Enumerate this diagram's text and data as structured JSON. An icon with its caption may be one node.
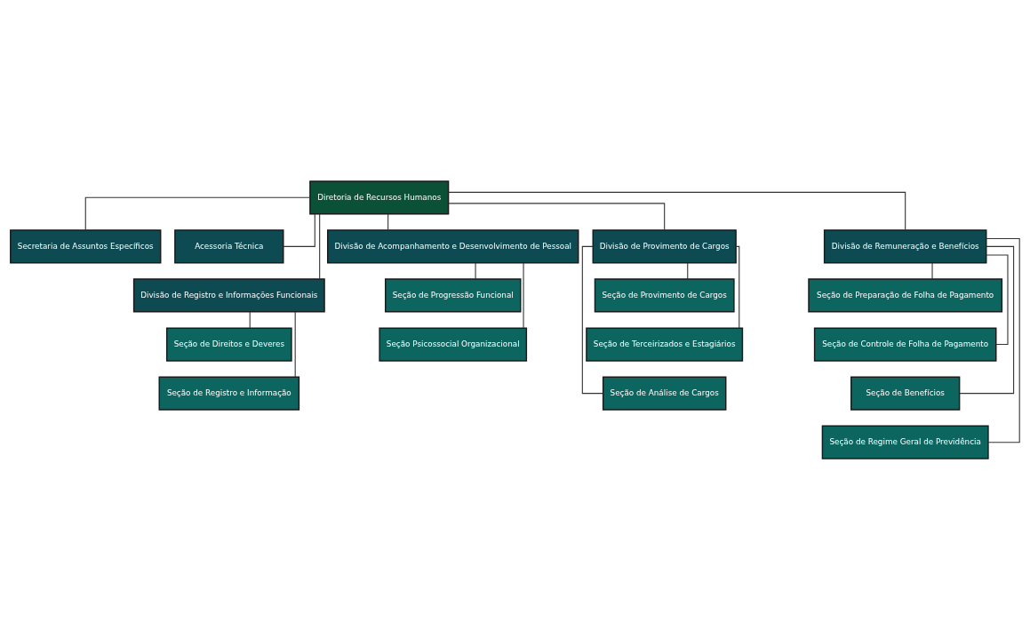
{
  "diagram": {
    "nodes": [
      {
        "text": [
          "Diretoria de Recursos Humanos"
        ]
      },
      {
        "text": [
          "Secretaria de Assuntos Específicos"
        ]
      },
      {
        "text": [
          "Acessoria Técnica"
        ]
      },
      {
        "text": [
          "Divisão de Registro e Informações Funcionais"
        ]
      },
      {
        "text": [
          "Divisão de Acompanhamento e Desenvolvimento de Pessoal"
        ]
      },
      {
        "text": [
          "Divisão de Provimento de Cargos"
        ]
      },
      {
        "text": [
          "Divisão de Remuneração e Benefícios"
        ]
      },
      {
        "text": [
          "Seção de Direitos e Deveres"
        ]
      },
      {
        "text": [
          "Seção de Registro e Informação"
        ]
      },
      {
        "text": [
          "Seção de Progressão Funcional"
        ]
      },
      {
        "text": [
          "Seção Psicossocial Organizacional"
        ]
      },
      {
        "text": [
          "Seção de Provimento de Cargos"
        ]
      },
      {
        "text": [
          "Seção de Terceirizados e Estagiários"
        ]
      },
      {
        "text": [
          "Seção de Análise de Cargos"
        ]
      },
      {
        "text": [
          "Seção de Preparação de Folha de Pagamento"
        ]
      },
      {
        "text": [
          "Seção de Controle de Folha de Pagamento"
        ]
      },
      {
        "text": [
          "Seção de Benefícios"
        ]
      },
      {
        "text": [
          "Seção de Regime Geral de Previdência"
        ]
      }
    ],
    "edges": [
      {
        "from": 0,
        "to": 1,
        "arrow": "none"
      },
      {
        "from": 0,
        "to": 2,
        "arrow": "none"
      },
      {
        "from": 0,
        "to": 3,
        "arrow": "none"
      },
      {
        "from": 0,
        "to": 4,
        "arrow": "none"
      },
      {
        "from": 0,
        "to": 5,
        "arrow": "none"
      },
      {
        "from": 0,
        "to": 6,
        "arrow": "none"
      },
      {
        "from": 3,
        "to": 7,
        "arrow": "none"
      },
      {
        "from": 3,
        "to": 8,
        "arrow": "none"
      },
      {
        "from": 4,
        "to": 9,
        "arrow": "none"
      },
      {
        "from": 4,
        "to": 10,
        "arrow": "none"
      },
      {
        "from": 5,
        "to": 11,
        "arrow": "none"
      },
      {
        "from": 5,
        "to": 12,
        "arrow": "none"
      },
      {
        "from": 5,
        "to": 13,
        "arrow": "none"
      },
      {
        "from": 6,
        "to": 14,
        "arrow": "none"
      },
      {
        "from": 6,
        "to": 15,
        "arrow": "none"
      },
      {
        "from": 6,
        "to": 16,
        "arrow": "none"
      },
      {
        "from": 6,
        "to": 17,
        "arrow": "none"
      }
    ]
  }
}
